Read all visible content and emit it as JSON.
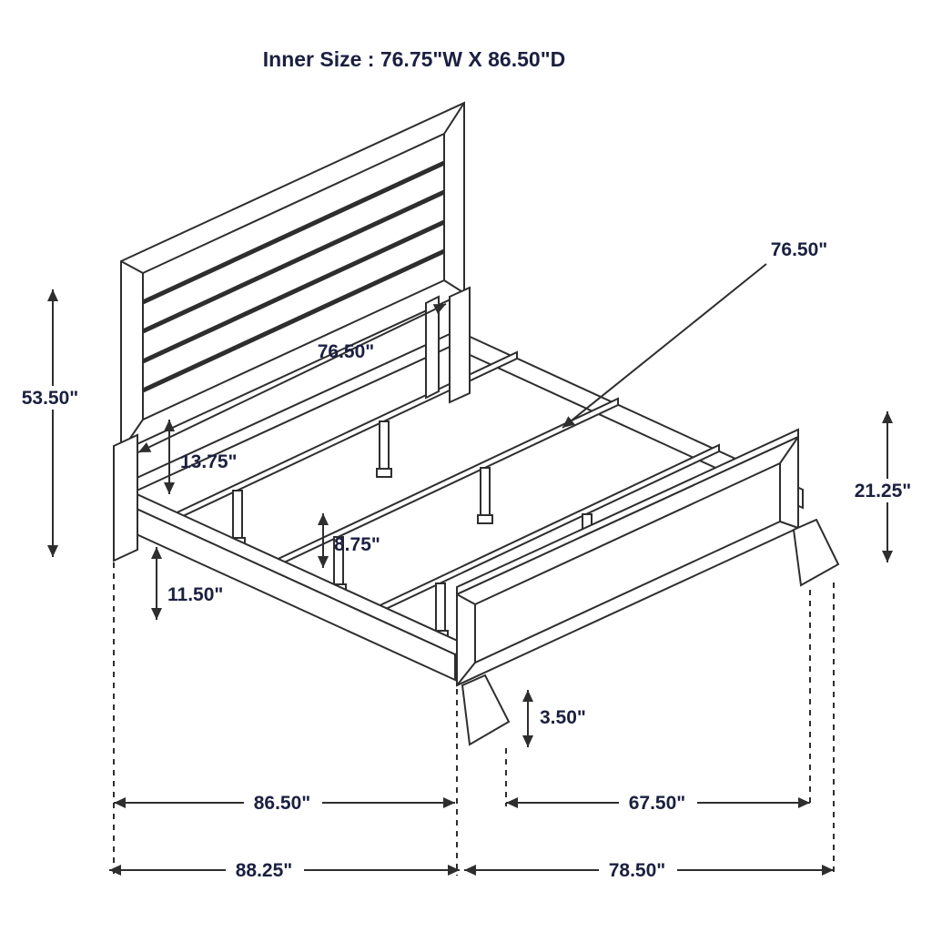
{
  "title": "Inner Size : 76.75\"W X 86.50\"D",
  "colors": {
    "line": "#2e2e2e",
    "label": "#1b2040",
    "background": "#ffffff"
  },
  "dims": {
    "inner_width_callout": "76.50\"",
    "inner_width": "76.50\"",
    "headboard_height": "53.50\"",
    "headboard_clearance": "13.75\"",
    "rail_floor_height": "11.50\"",
    "slat_support_height": "8.75\"",
    "footboard_height": "21.25\"",
    "footboard_clearance": "3.50\"",
    "frame_width": "86.50\"",
    "footboard_span": "67.50\"",
    "overall_width": "88.25\"",
    "overall_length": "78.50\""
  }
}
